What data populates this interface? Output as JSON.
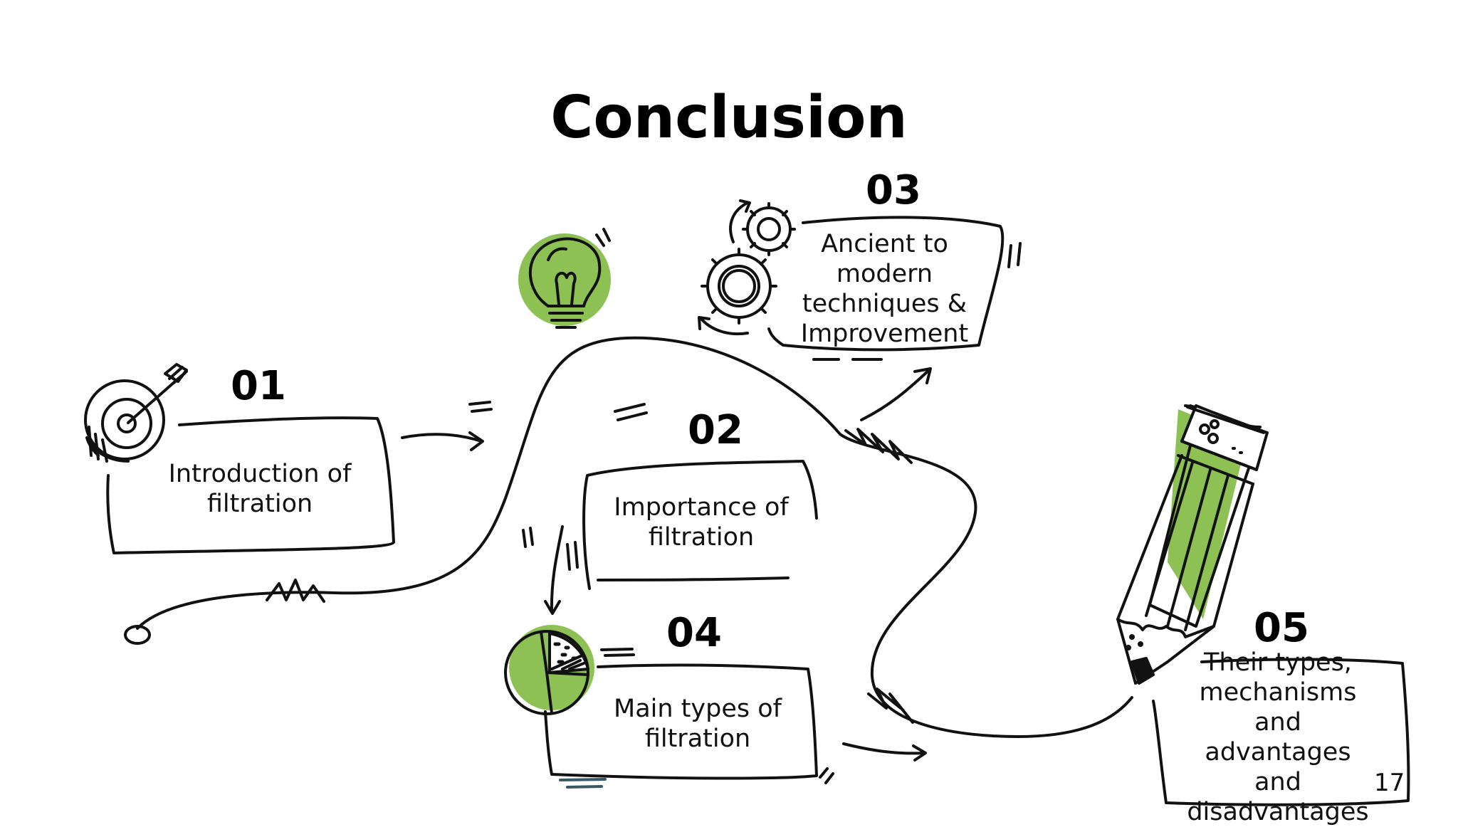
{
  "slide": {
    "title": "Conclusion",
    "page_number": "17"
  },
  "steps": [
    {
      "number": "01",
      "label": "Introduction of filtration",
      "icon": "target-icon"
    },
    {
      "number": "02",
      "label": "Importance of filtration",
      "icon": "lightbulb-icon"
    },
    {
      "number": "03",
      "label": "Ancient to modern techniques & Improvement",
      "icon": "gears-icon"
    },
    {
      "number": "04",
      "label": "Main types of filtration",
      "icon": "pie-chart-icon"
    },
    {
      "number": "05",
      "label": "Their types, mechanisms and advantages and disadvantages",
      "icon": "pencil-icon"
    }
  ],
  "colors": {
    "accent_green": "#8dc153",
    "ink": "#111111"
  }
}
